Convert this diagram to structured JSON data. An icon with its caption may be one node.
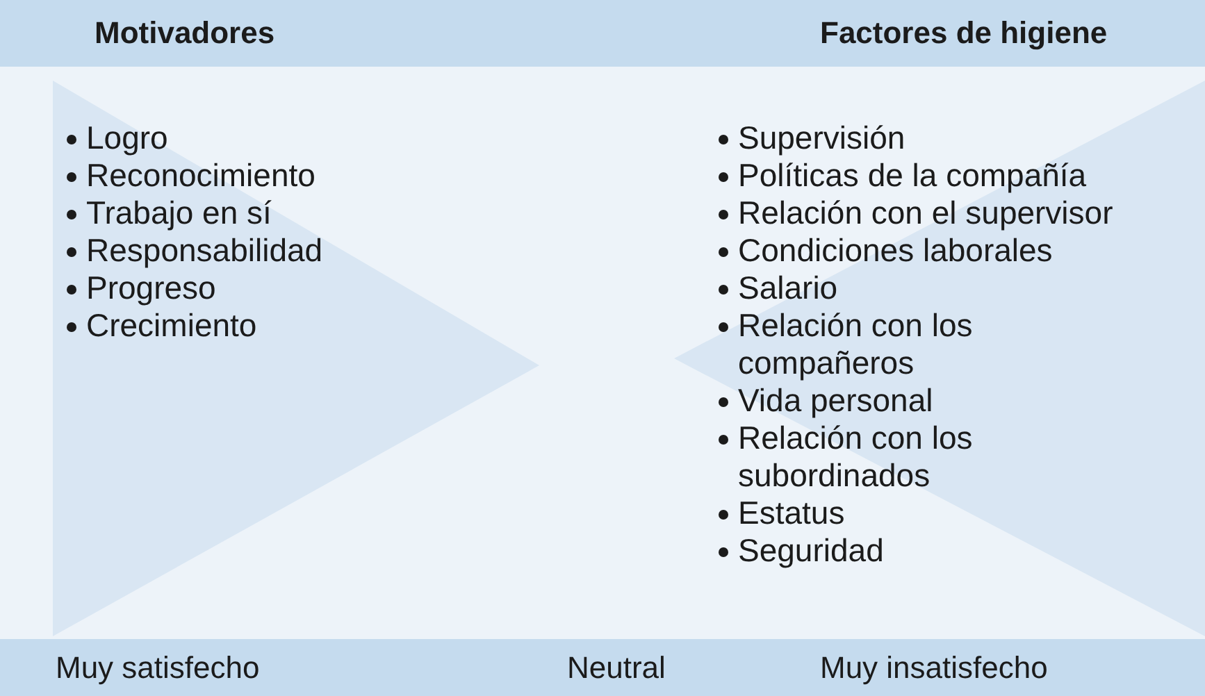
{
  "diagram": {
    "nodes": [
      {
        "text": [
          "Logro",
          "Reconocimiento",
          "Trabajo en sí",
          "Responsabilidad",
          "Progreso",
          "Crecimiento"
        ]
      },
      {
        "text": [
          "Supervisión",
          "Políticas de la compañía",
          "Relación con el supervisor",
          "Condiciones laborales",
          "Salario",
          "Relación con los compañeros",
          "Vida personal",
          "Relación con los subordinados",
          "Estatus",
          "Seguridad"
        ]
      }
    ],
    "labels": [
      "Motivadores",
      "Factores de higiene",
      "Muy satisfecho",
      "Neutral",
      "Muy insatisfecho"
    ]
  }
}
